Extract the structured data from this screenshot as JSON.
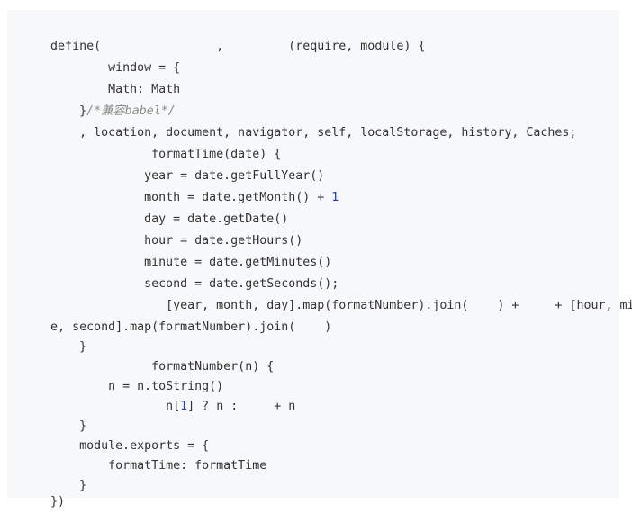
{
  "code_block": {
    "lines": [
      [
        "define(",
        "                ",
        ",         ",
        "(require, module) {"
      ],
      [
        "        window = {"
      ],
      [
        "        Math: Math"
      ],
      [
        "    }",
        "/*兼容babel*/"
      ],
      [
        "    , location, document, navigator, self, localStorage, history, Caches;"
      ],
      [
        "              formatTime(date) {"
      ],
      [
        "             year = date.getFullYear()"
      ],
      [
        "             month = date.getMonth() + ",
        "1"
      ],
      [
        "             day = date.getDate()"
      ],
      [
        "             hour = date.getHours()"
      ],
      [
        "             minute = date.getMinutes()"
      ],
      [
        "             second = date.getSeconds();"
      ],
      [
        "                [year, month, day].map(formatNumber).join(    ) +     + [hour, minut"
      ],
      [
        "e, second].map(formatNumber).join(    )"
      ],
      [
        "    }"
      ],
      [
        "              formatNumber(n) {"
      ],
      [
        "        n = n.toString()"
      ],
      [
        "                n[",
        "1",
        "] ? n :     + n"
      ],
      [
        "    }"
      ],
      [
        "    module.exports = {"
      ],
      [
        "        formatTime: formatTime"
      ],
      [
        "    }"
      ],
      [
        "})"
      ]
    ]
  },
  "colors": {
    "text": "#333333",
    "number": "#1c3fb5",
    "comment": "#8a8a8a",
    "panel_background": "#f6f8fa",
    "page_background": "#ffffff"
  }
}
